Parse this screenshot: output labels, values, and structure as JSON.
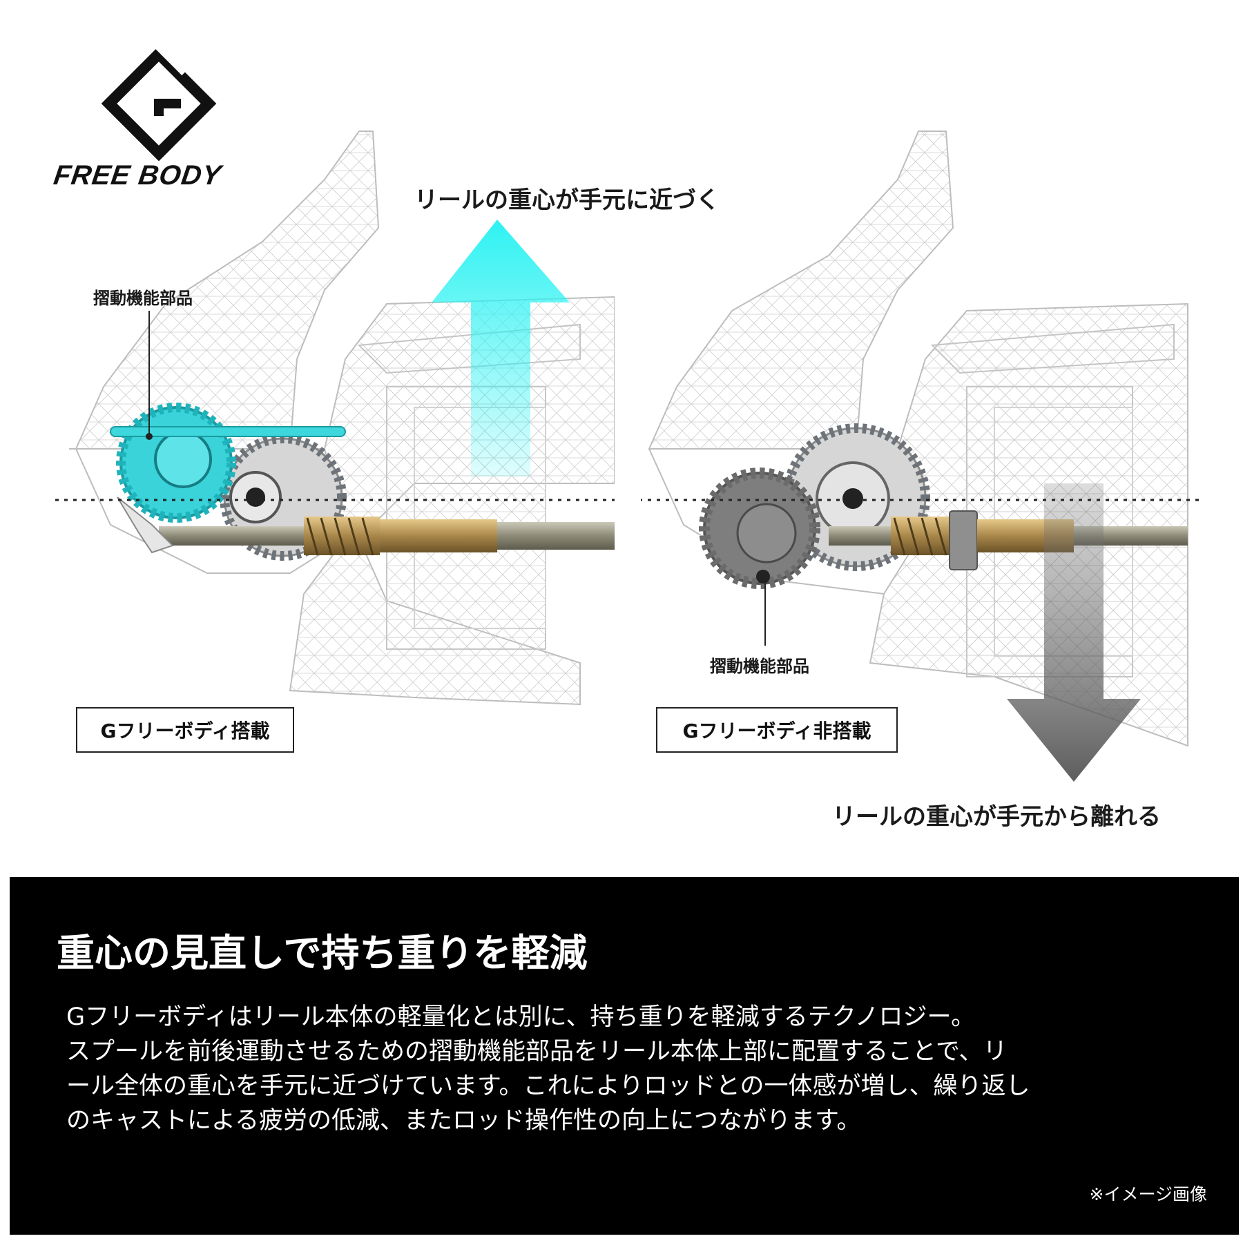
{
  "logo": {
    "wordmark": "FREE BODY",
    "icon": "g-diamond-logo-icon"
  },
  "left_diagram": {
    "part_label": "摺動機能部品",
    "arrow_label": "リールの重心が手元に近づく",
    "caption": "Gフリーボディ搭載",
    "accent_color": "#2fd8e0"
  },
  "right_diagram": {
    "part_label": "摺動機能部品",
    "arrow_label": "リールの重心が手元から離れる",
    "caption": "Gフリーボディ非搭載",
    "accent_color": "#6e6e6e"
  },
  "panel": {
    "heading": "重心の見直しで持ち重りを軽減",
    "body_lines": [
      "Gフリーボディはリール本体の軽量化とは別に、持ち重りを軽減するテクノロジー。",
      "スプールを前後運動させるための摺動機能部品をリール本体上部に配置することで、リ",
      "ール全体の重心を手元に近づけています。これによりロッドとの一体感が増し、繰り返し",
      "のキャストによる疲労の低減、またロッド操作性の向上につながります。"
    ],
    "note": "※イメージ画像"
  }
}
